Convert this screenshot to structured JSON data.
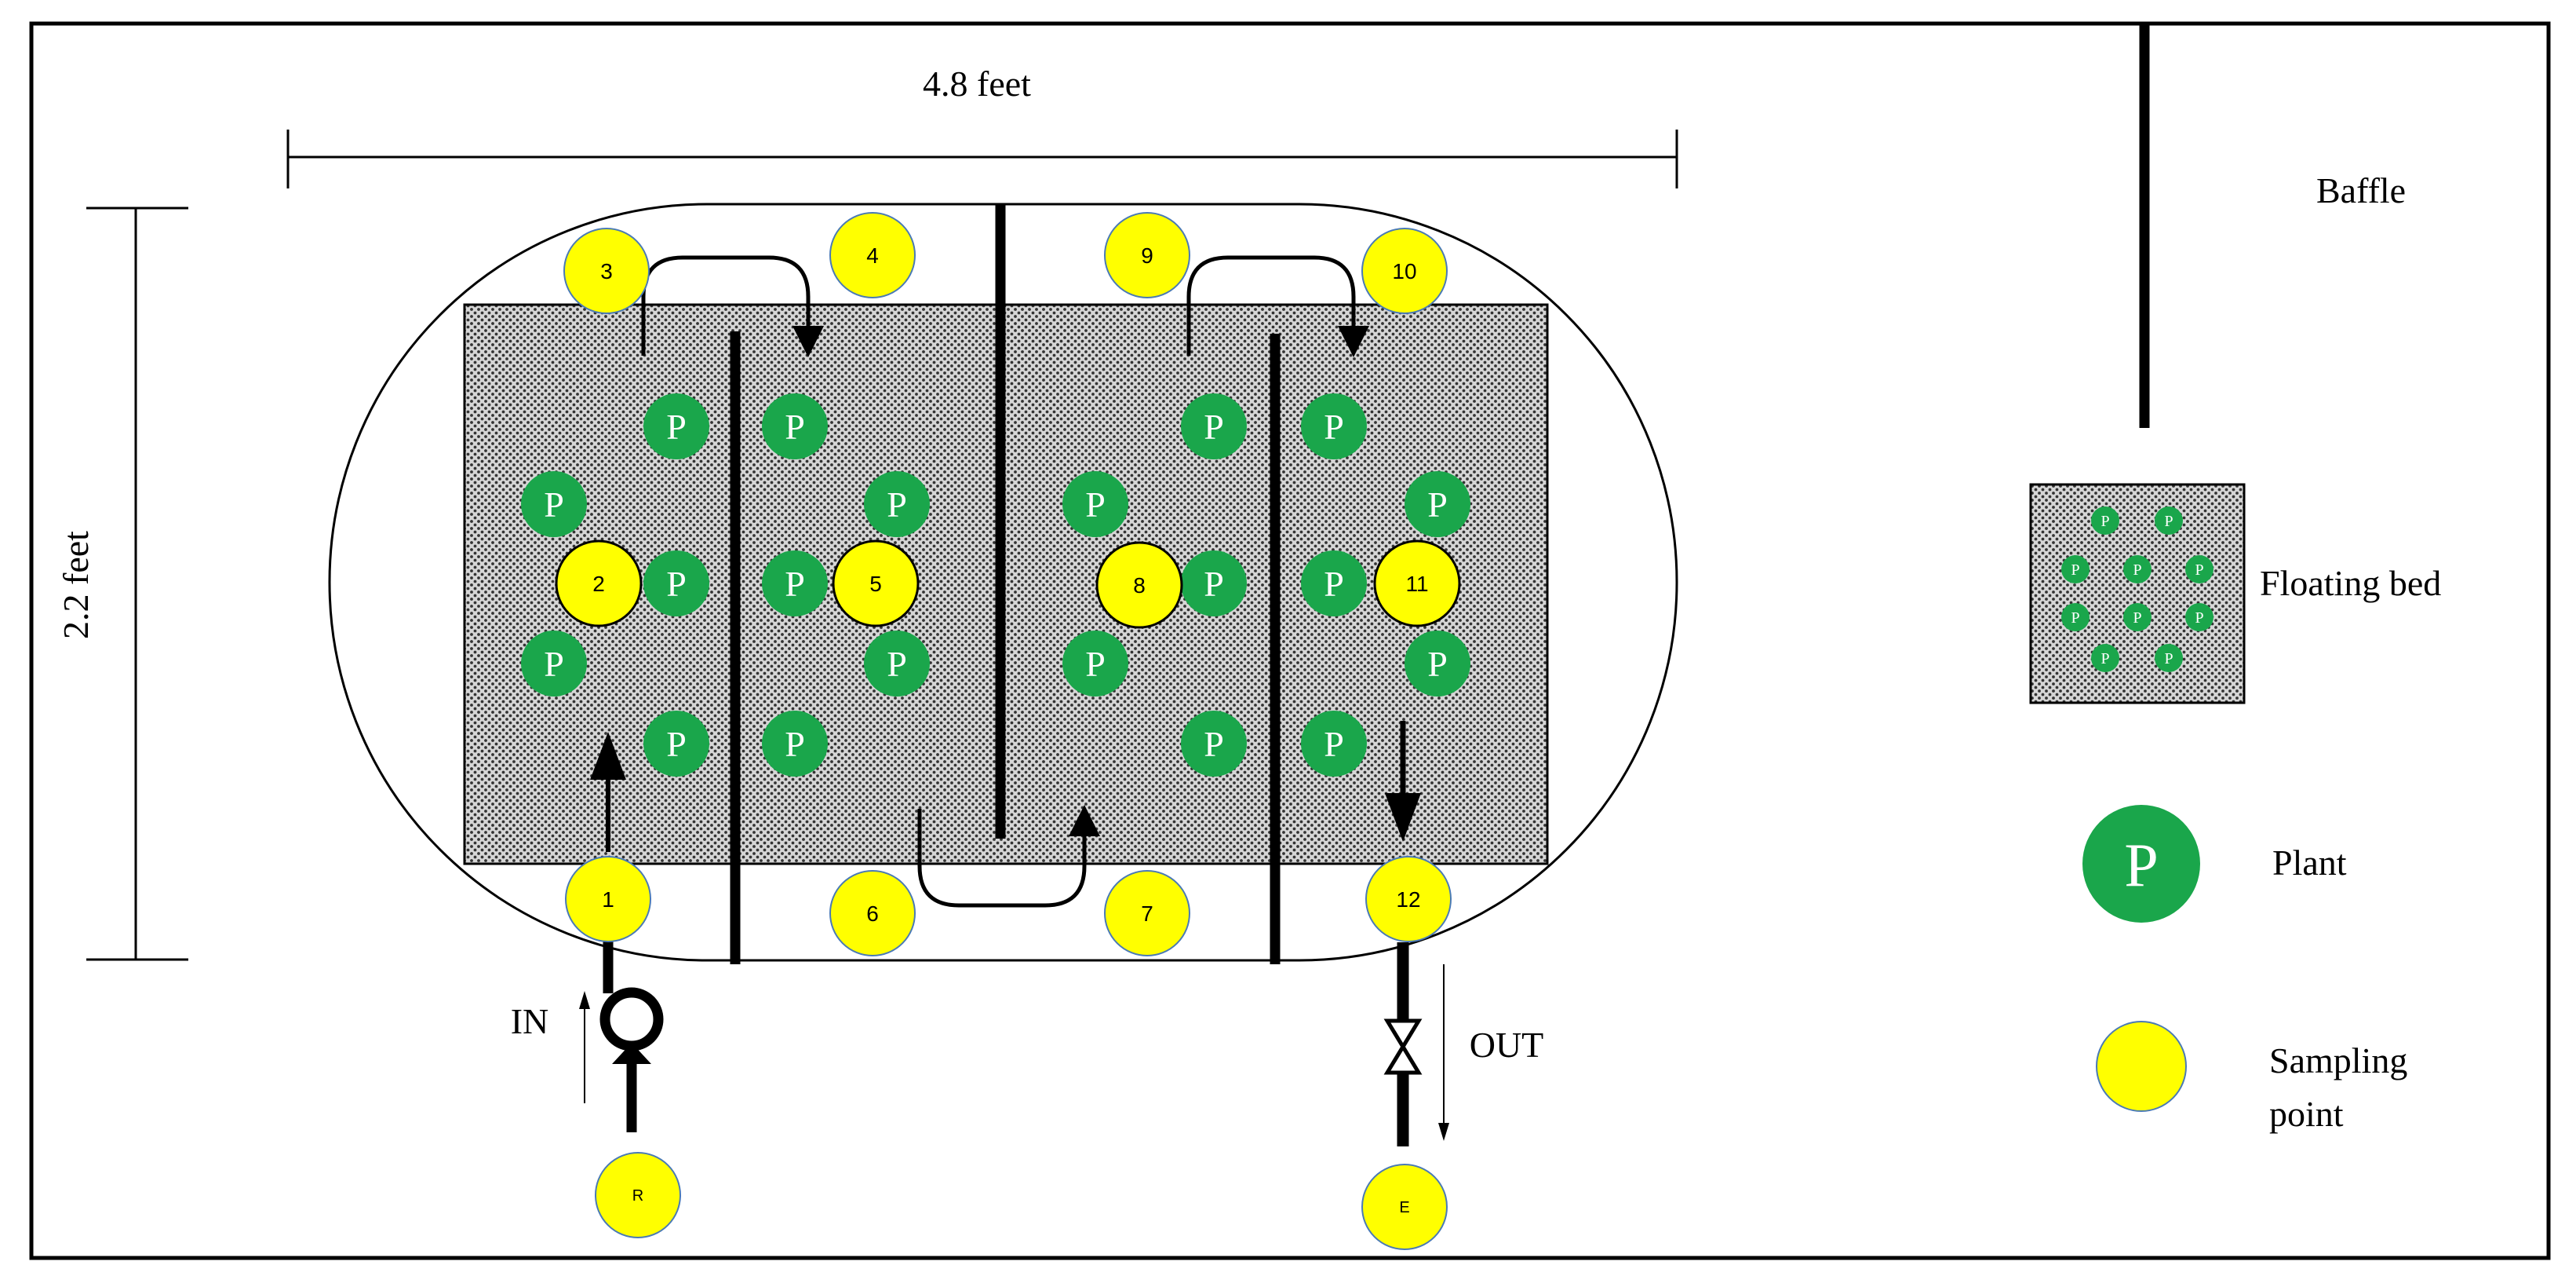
{
  "dimensions": {
    "length": "4.8 feet",
    "width": "2.2 feet"
  },
  "flow_labels": {
    "inlet": "IN",
    "outlet": "OUT"
  },
  "plant_symbol": "P",
  "sampling_points": [
    "1",
    "2",
    "3",
    "4",
    "5",
    "6",
    "7",
    "8",
    "9",
    "10",
    "11",
    "12"
  ],
  "raw_tank_label": "R",
  "effluent_label": "E",
  "legend": {
    "baffle": "Baffle",
    "floating_bed": "Floating bed",
    "plant": "Plant",
    "sampling_point_line1": "Sampling",
    "sampling_point_line2": "point"
  },
  "colors": {
    "plant": "#1aa64b",
    "sampling_point": "#ffff00",
    "sampling_point_border": "#4a7ab5",
    "floating_bed": "#b8b8b8",
    "line": "#000000"
  }
}
